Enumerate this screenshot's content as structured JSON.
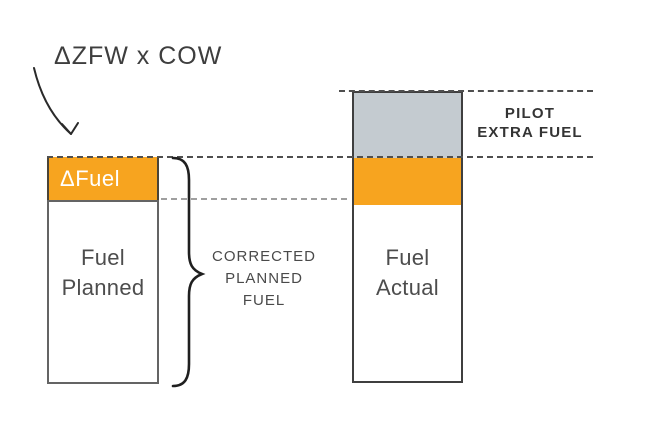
{
  "diagram": {
    "annotation": {
      "label": "ΔZFW x COW"
    },
    "left_bar": {
      "delta_segment": {
        "label": "ΔFuel",
        "color": "#F7A41F"
      },
      "body": {
        "label": "Fuel\nPlanned"
      }
    },
    "brace_callout": {
      "label": "CORRECTED\nPLANNED\nFUEL"
    },
    "right_bar": {
      "extra_segment": {
        "color": "#C4CBD0"
      },
      "delta_segment": {
        "color": "#F7A41F"
      },
      "body": {
        "label": "Fuel\nActual"
      }
    },
    "pilot_callout": {
      "label": "PILOT\nEXTRA FUEL"
    },
    "colors": {
      "orange": "#F7A41F",
      "gray_blue": "#C4CBD0",
      "dash_dark": "#4F4F4F",
      "dash_light": "#9F9F9F",
      "text_dark": "#3E3E3E",
      "bar_border": "#3F3F3F"
    }
  }
}
